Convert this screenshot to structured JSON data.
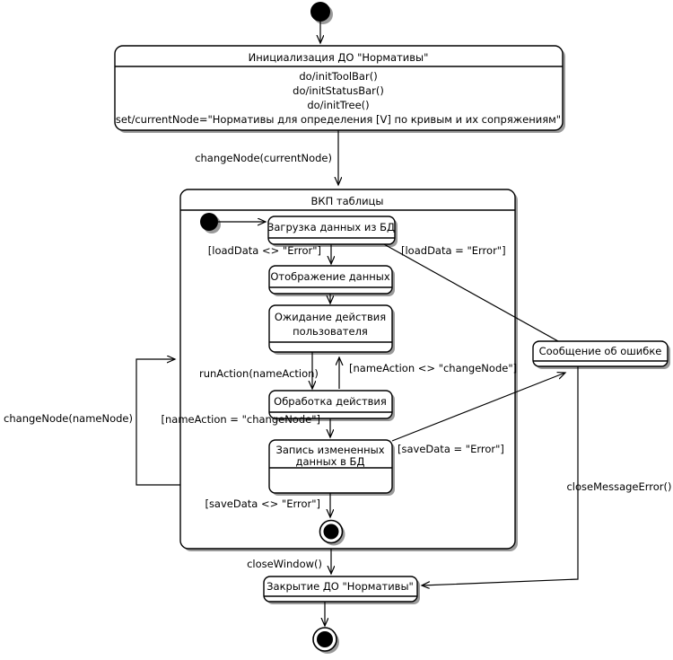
{
  "diagram": {
    "type": "uml-state-machine",
    "language": "ru",
    "title": "Диаграмма состояний ДО \"Нормативы\"",
    "colors": {
      "stroke": "#000000",
      "fill": "#ffffff",
      "shadow": "#9a9a9a",
      "background": "#ffffff"
    }
  },
  "nodes": {
    "start": {
      "kind": "initial-state",
      "name": "start-node"
    },
    "init_state": {
      "kind": "state",
      "title": "Инициализация ДО \"Нормативы\"",
      "actions": [
        "do/initToolBar()",
        "do/initStatusBar()",
        "do/initTree()",
        "set/currentNode=\"Нормативы для определения [V] по кривым и их сопряжениям\""
      ]
    },
    "composite": {
      "kind": "composite-state",
      "title": "ВКП таблицы"
    },
    "inner_start": {
      "kind": "initial-state",
      "name": "inner-start-node"
    },
    "load_data": {
      "kind": "state",
      "title": "Загрузка данных из БД"
    },
    "show_data": {
      "kind": "state",
      "title": "Отображение данных"
    },
    "wait_user": {
      "kind": "state",
      "title": "Ожидание действия пользователя"
    },
    "process_action": {
      "kind": "state",
      "title": "Обработка действия"
    },
    "save_data": {
      "kind": "state",
      "title": "Запись измененных данных в БД"
    },
    "inner_final": {
      "kind": "final-state",
      "name": "inner-final-node"
    },
    "error_message": {
      "kind": "state",
      "title": "Сообщение об ошибке"
    },
    "close_state": {
      "kind": "state",
      "title": "Закрытие ДО \"Нормативы\""
    },
    "final": {
      "kind": "final-state",
      "name": "final-node"
    }
  },
  "transitions": [
    {
      "id": "t1",
      "from": "start",
      "to": "init_state",
      "label": ""
    },
    {
      "id": "t2",
      "from": "init_state",
      "to": "composite",
      "label": "changeNode(currentNode)"
    },
    {
      "id": "t3",
      "from": "inner_start",
      "to": "load_data",
      "label": ""
    },
    {
      "id": "t4",
      "from": "load_data",
      "to": "show_data",
      "label": "[loadData <> \"Error\"]"
    },
    {
      "id": "t5",
      "from": "load_data",
      "to": "error_message",
      "label": "[loadData = \"Error\"]"
    },
    {
      "id": "t6",
      "from": "show_data",
      "to": "wait_user",
      "label": ""
    },
    {
      "id": "t7",
      "from": "wait_user",
      "to": "process_action",
      "label": "runAction(nameAction)"
    },
    {
      "id": "t8",
      "from": "process_action",
      "to": "wait_user",
      "label": "[nameAction <> \"changeNode\"]"
    },
    {
      "id": "t9",
      "from": "process_action",
      "to": "save_data",
      "label": "[nameAction = \"changeNode\"]"
    },
    {
      "id": "t10",
      "from": "save_data",
      "to": "error_message",
      "label": "[saveData = \"Error\"]"
    },
    {
      "id": "t11",
      "from": "save_data",
      "to": "inner_final",
      "label": "[saveData <> \"Error\"]"
    },
    {
      "id": "t12",
      "from": "composite",
      "to": "composite",
      "label": "changeNode(nameNode)"
    },
    {
      "id": "t13",
      "from": "inner_final",
      "to": "close_state",
      "label": "closeWindow()"
    },
    {
      "id": "t14",
      "from": "error_message",
      "to": "close_state",
      "label": "closeMessageError()"
    },
    {
      "id": "t15",
      "from": "close_state",
      "to": "final",
      "label": ""
    }
  ],
  "labels": {
    "init_title": "Инициализация ДО \"Нормативы\"",
    "init_action_1": "do/initToolBar()",
    "init_action_2": "do/initStatusBar()",
    "init_action_3": "do/initTree()",
    "init_action_4": "set/currentNode=\"Нормативы для определения [V] по кривым и их сопряжениям\"",
    "composite_title": "ВКП таблицы",
    "load_data": "Загрузка данных из БД",
    "show_data": "Отображение данных",
    "wait_user_l1": "Ожидание действия",
    "wait_user_l2": "пользователя",
    "process_action": "Обработка действия",
    "save_data_l1": "Запись измененных",
    "save_data_l2": "данных в БД",
    "error_message": "Сообщение об ошибке",
    "close_state": "Закрытие ДО \"Нормативы\"",
    "edge_change_node_current": "changeNode(currentNode)",
    "edge_load_ok": "[loadData <> \"Error\"]",
    "edge_load_err": "[loadData = \"Error\"]",
    "edge_run_action": "runAction(nameAction)",
    "edge_name_action_ne": "[nameAction <> \"changeNode\"]",
    "edge_name_action_eq": "[nameAction = \"changeNode\"]",
    "edge_save_err": "[saveData = \"Error\"]",
    "edge_save_ok": "[saveData <> \"Error\"]",
    "edge_change_node_name": "changeNode(nameNode)",
    "edge_close_window": "closeWindow()",
    "edge_close_message_error": "closeMessageError()"
  }
}
